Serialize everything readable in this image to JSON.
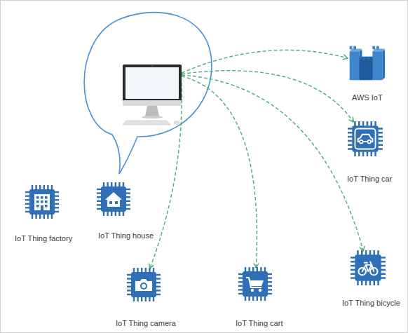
{
  "diagram": {
    "nodes": [
      {
        "text": [
          "AWS IoT"
        ]
      },
      {
        "text": [
          "IoT Thing car"
        ]
      },
      {
        "text": [
          "IoT Thing factory"
        ]
      },
      {
        "text": [
          "IoT Thing house"
        ]
      },
      {
        "text": [
          "IoT Thing bicycle"
        ]
      },
      {
        "text": [
          "IoT Thing camera"
        ]
      },
      {
        "text": [
          "IoT Thing cart"
        ]
      }
    ],
    "edges": [
      {
        "from": 3,
        "to": 0,
        "arrow": "to"
      },
      {
        "from": 3,
        "to": 1,
        "arrow": "to"
      },
      {
        "from": 3,
        "to": 4,
        "arrow": "to"
      },
      {
        "from": 3,
        "to": 6,
        "arrow": "to"
      },
      {
        "from": 3,
        "to": 5,
        "arrow": "to"
      }
    ]
  }
}
